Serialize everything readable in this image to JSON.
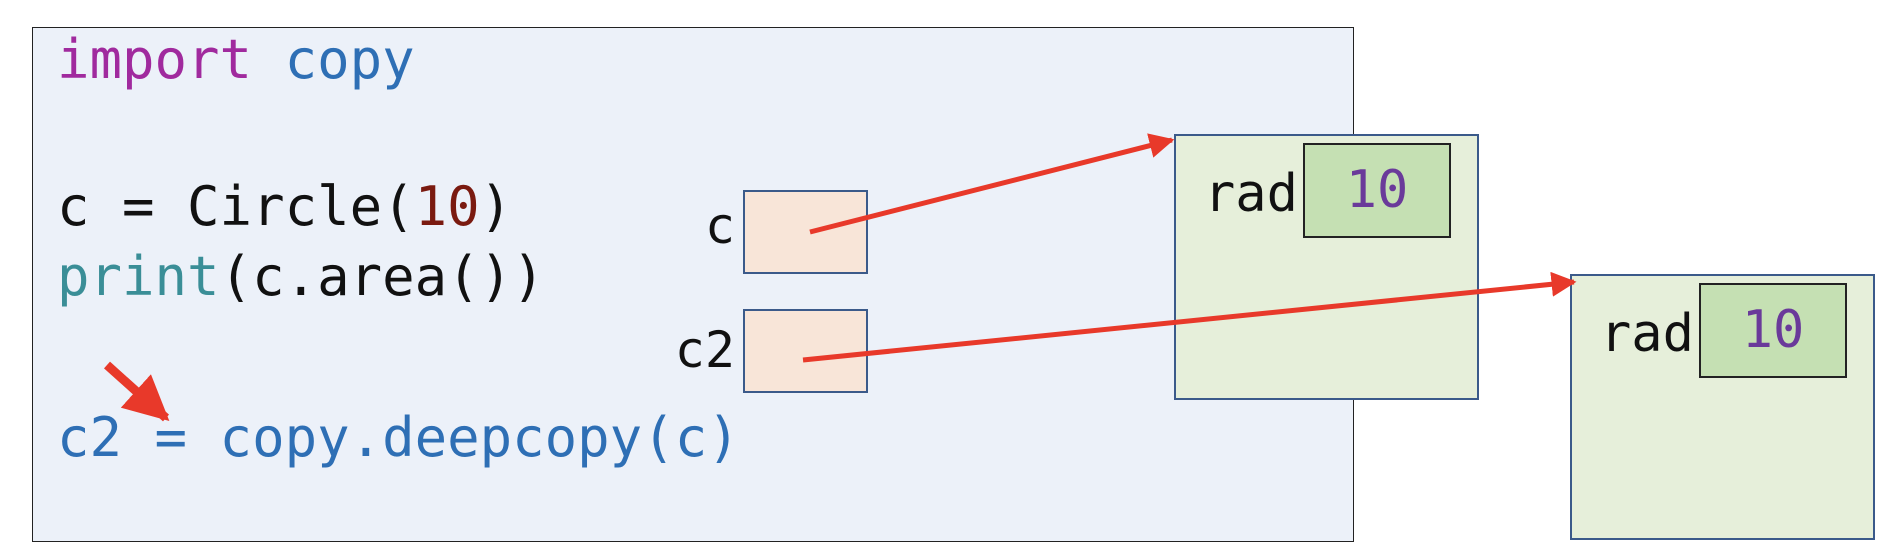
{
  "colors": {
    "keyword": "#a02a9e",
    "module": "#2e6fb5",
    "builtin": "#3a8e97",
    "number": "#7a1a10",
    "plain": "#111111",
    "attr_value": "#6a3a9a",
    "arrow": "#e8392a"
  },
  "code": {
    "line1": {
      "keyword": "import",
      "space": " ",
      "module": "copy"
    },
    "line3": {
      "pre": "c = Circle(",
      "number": "10",
      "post": ")"
    },
    "line4": {
      "builtin": "print",
      "rest": "(c.area())"
    },
    "line6": {
      "text": "c2 = copy.deepcopy(c)"
    }
  },
  "variables": [
    {
      "name": "c"
    },
    {
      "name": "c2"
    }
  ],
  "objects": [
    {
      "attr": "rad",
      "value": "10"
    },
    {
      "attr": "rad",
      "value": "10"
    }
  ]
}
